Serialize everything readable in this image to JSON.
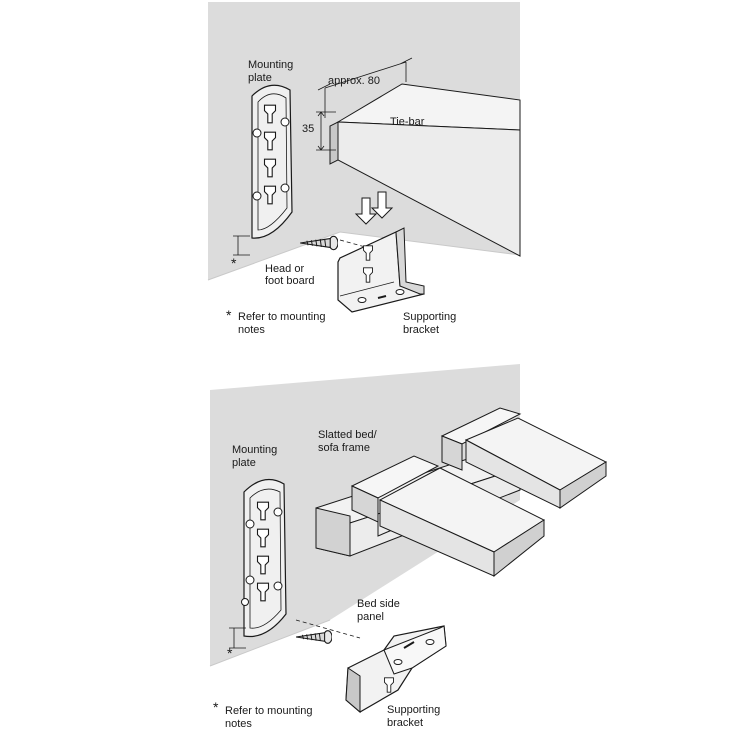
{
  "top": {
    "mounting_plate": [
      "Mounting",
      "plate"
    ],
    "dimension_width": "approx. 80",
    "dimension_height": "35",
    "tie_bar": "Tie-bar",
    "head_board": [
      "Head or",
      "foot board"
    ],
    "star_marker": "*",
    "note_star": "*",
    "note": [
      "Refer to mounting",
      "notes"
    ],
    "supporting_bracket": [
      "Supporting",
      "bracket"
    ]
  },
  "bottom": {
    "mounting_plate": [
      "Mounting",
      "plate"
    ],
    "frame": [
      "Slatted bed/",
      "sofa frame"
    ],
    "bed_side_panel": [
      "Bed side",
      "panel"
    ],
    "star_marker": "*",
    "note_star": "*",
    "note": [
      "Refer to mounting",
      "notes"
    ],
    "supporting_bracket": [
      "Supporting",
      "bracket"
    ]
  },
  "colors": {
    "wall": "#dcdcdc",
    "wood": "#ececec",
    "wood_side": "#c8c8c8",
    "metal": "#f4f4f4",
    "line": "#1a1a1a"
  }
}
